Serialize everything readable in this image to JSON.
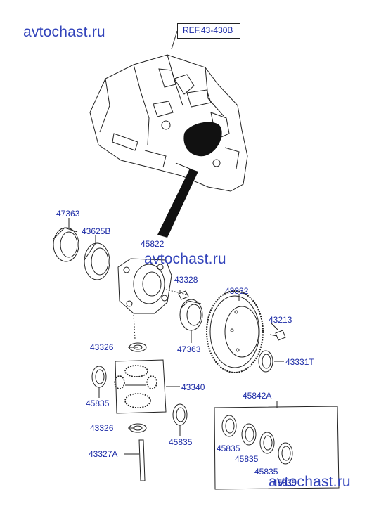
{
  "watermark": "avtochast.ru",
  "reference": "REF.43-430B",
  "parts": {
    "p47363_top": "47363",
    "p43625B": "43625B",
    "p45822": "45822",
    "p43328": "43328",
    "p43332": "43332",
    "p43213": "43213",
    "p43326_top": "43326",
    "p47363_bottom": "47363",
    "p43331T": "43331T",
    "p45835_left": "45835",
    "p43340": "43340",
    "p45842A": "45842A",
    "p43326_bottom": "43326",
    "p45835_mid": "45835",
    "p43327A": "43327A",
    "p45835_kit1": "45835",
    "p45835_kit2": "45835",
    "p45835_kit3": "45835",
    "p45835_kit4": "45835"
  }
}
